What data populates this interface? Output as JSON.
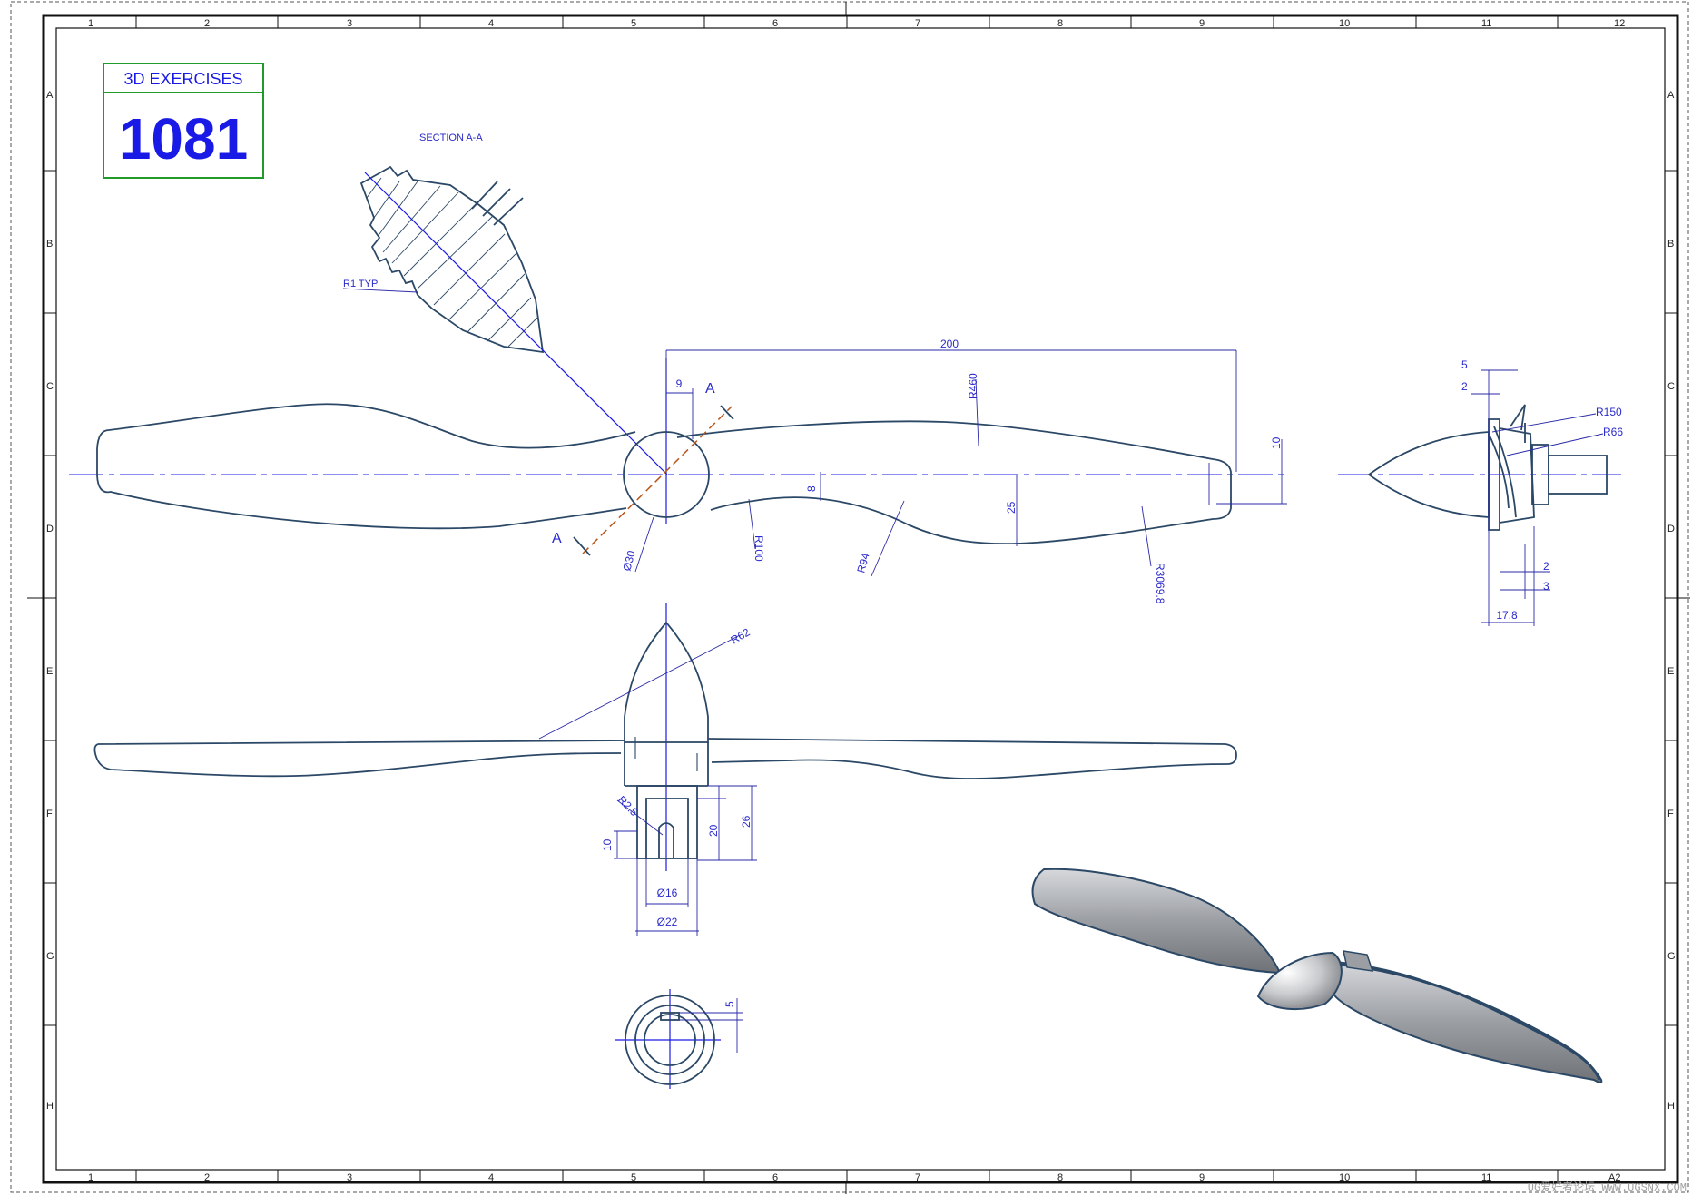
{
  "title_block": {
    "header": "3D EXERCISES",
    "number": "1081"
  },
  "section": {
    "title": "SECTION A-A",
    "fillet_note": "R1 TYP"
  },
  "cut_marks": [
    "A",
    "A"
  ],
  "zones": {
    "columns": [
      "1",
      "2",
      "3",
      "4",
      "5",
      "6",
      "7",
      "8",
      "9",
      "10",
      "11",
      "12"
    ],
    "columns_bottom": [
      "1",
      "2",
      "3",
      "4",
      "5",
      "6",
      "7",
      "8",
      "9",
      "10",
      "11",
      "A2"
    ],
    "rows": [
      "A",
      "B",
      "C",
      "D",
      "E",
      "F",
      "G",
      "H"
    ]
  },
  "top_view_dims": {
    "length": "200",
    "hub_offset": "9",
    "tip_height": "10",
    "root_offset": "8",
    "blade_width": "25",
    "r_top": "R460",
    "r_bottom_root": "R100",
    "r_bottom_mid": "R94",
    "r_tip": "R3069.8",
    "hub_dia": "Ø30"
  },
  "side_view_dims": {
    "spinner_radius": "R62",
    "slot_radius": "R2.5",
    "slot_depth": "10",
    "shaft_length": "20",
    "hub_length": "26",
    "shaft_dia": "Ø16",
    "hub_dia": "Ø22"
  },
  "end_view_dims": {
    "key_width": "5"
  },
  "right_view_dims": {
    "d1": "5",
    "d2": "2",
    "r_outer": "R150",
    "r_inner": "R66",
    "d3": "2",
    "d4": "3",
    "width": "17.8"
  },
  "watermark": "UG爱好者论坛 WWW.UGSNX.COM"
}
